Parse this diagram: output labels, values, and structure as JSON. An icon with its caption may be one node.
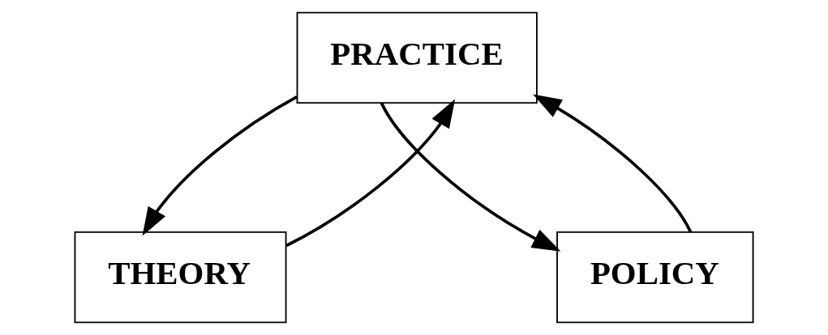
{
  "diagram": {
    "nodes": [
      {
        "text": [
          "PRACTICE"
        ]
      },
      {
        "text": [
          "THEORY"
        ]
      },
      {
        "text": [
          "POLICY"
        ]
      }
    ],
    "edges": [
      {
        "from": 1,
        "to": 0,
        "arrow": "to"
      },
      {
        "from": 0,
        "to": 1,
        "arrow": "to"
      },
      {
        "from": 0,
        "to": 2,
        "arrow": "to"
      },
      {
        "from": 2,
        "to": 0,
        "arrow": "to"
      }
    ]
  }
}
